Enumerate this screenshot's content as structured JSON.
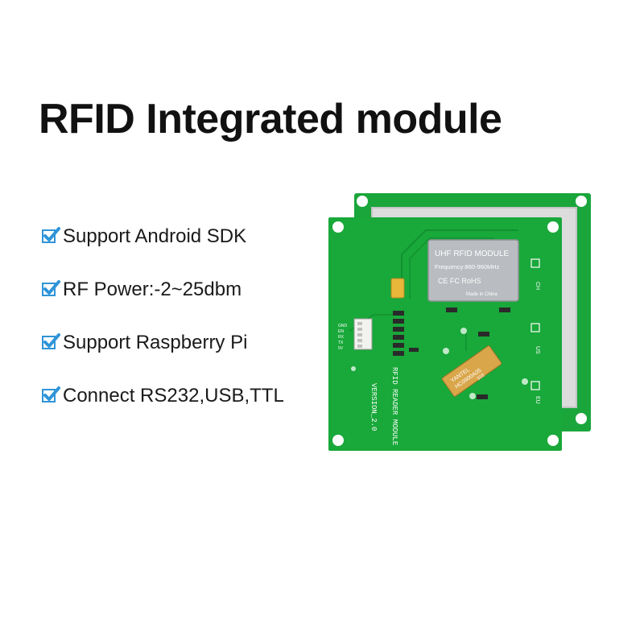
{
  "title": "RFID Integrated module",
  "features": [
    {
      "icon": "checkmark-icon",
      "label": "Support Android SDK"
    },
    {
      "icon": "checkmark-icon",
      "label": "RF Power:-2~25dbm"
    },
    {
      "icon": "checkmark-icon",
      "label": "Support Raspberry Pi"
    },
    {
      "icon": "checkmark-icon",
      "label": "Connect RS232,USB,TTL"
    }
  ],
  "colors": {
    "check": "#2f94d8",
    "pcb": "#19a83a",
    "pcb_dark": "#118c2d",
    "module_shield": "#b9bcc0",
    "chip": "#d9a64a"
  },
  "board": {
    "module_label": "UHF RFID MODULE",
    "module_freq": "Frequency:860-960MHz",
    "module_cert": "CE FC RoHS",
    "module_origin": "Made in China",
    "silk_main": "RFID READER MODULE",
    "silk_version": "VERSION_2.0",
    "region_ch": "CH",
    "region_us": "US",
    "region_eu": "EU",
    "pins": [
      "GND",
      "EN",
      "RX",
      "TX",
      "5V"
    ],
    "chip_label": "YANTEL",
    "chip_code": "HC0900A05",
    "chip_num": "315"
  }
}
